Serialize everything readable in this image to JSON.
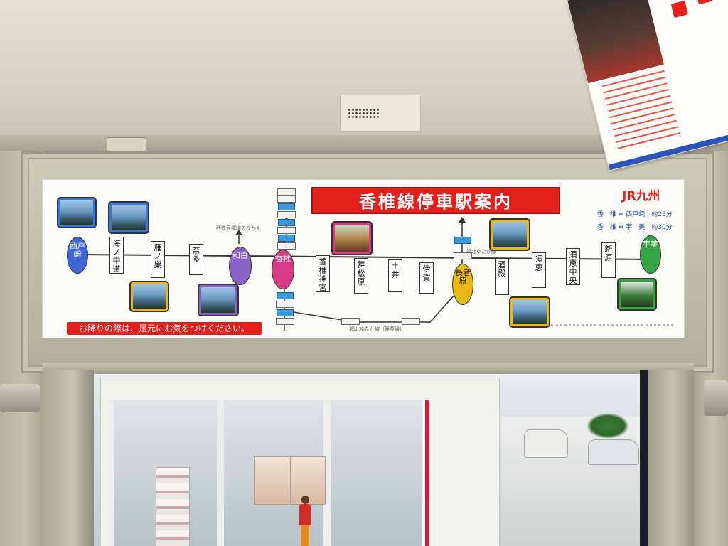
{
  "sign": {
    "title": "香椎線停車駅案内",
    "logo": "JR九州",
    "travel_times": [
      {
        "text": "香　椎 ⇔ 西戸崎　約25分"
      },
      {
        "text": "香　椎 ⇔ 宇　美　約30分"
      }
    ],
    "warning": "お降りの際は、足元にお気をつけください。",
    "branch_north_label": "福北ゆたか線",
    "branch_south_label": "福北ゆたか線（篠栗線）",
    "upper_note": "西鉄貝塚線のりかえ",
    "stations": [
      {
        "name": "西戸崎",
        "kind": "hub",
        "color": "#3e66d8"
      },
      {
        "name": "海ノ中道",
        "kind": "box"
      },
      {
        "name": "雁ノ巣",
        "kind": "box"
      },
      {
        "name": "奈多",
        "kind": "box"
      },
      {
        "name": "和白",
        "kind": "hub",
        "color": "#8a62c6"
      },
      {
        "name": "香椎",
        "kind": "hub",
        "color": "#d93a86"
      },
      {
        "name": "香椎神宮",
        "kind": "box"
      },
      {
        "name": "舞松原",
        "kind": "box"
      },
      {
        "name": "土井",
        "kind": "box"
      },
      {
        "name": "伊賀",
        "kind": "box"
      },
      {
        "name": "長者原",
        "kind": "hub",
        "color": "#e9b812"
      },
      {
        "name": "酒殿",
        "kind": "box"
      },
      {
        "name": "須恵",
        "kind": "box"
      },
      {
        "name": "須恵中央",
        "kind": "box"
      },
      {
        "name": "新原",
        "kind": "box"
      },
      {
        "name": "宇美",
        "kind": "hub",
        "color": "#35a446"
      }
    ]
  }
}
